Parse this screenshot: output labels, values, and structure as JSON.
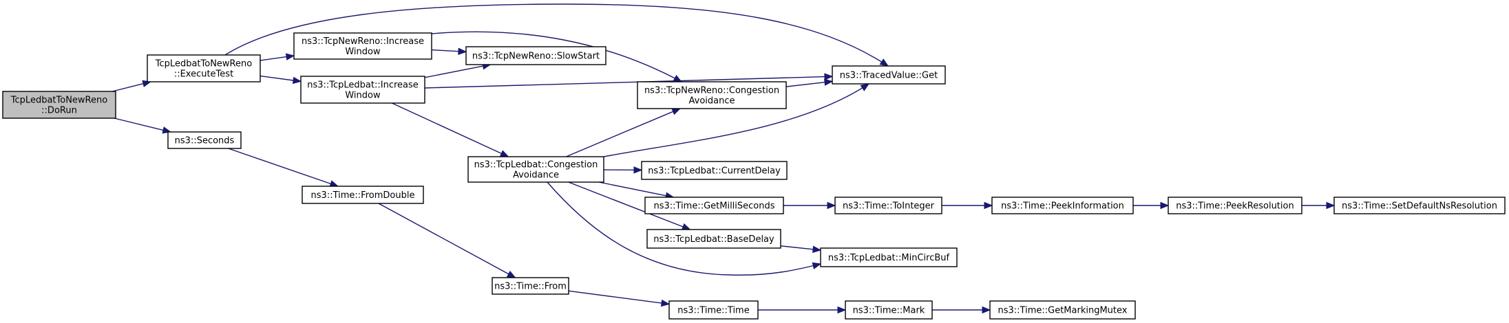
{
  "colors": {
    "edge": "#191970",
    "root_fill": "#bfbfbf",
    "node_fill": "#ffffff",
    "node_border": "#000000"
  },
  "nodes": [
    {
      "id": "dorun",
      "lines": [
        "TcpLedbatToNewReno",
        "::DoRun"
      ],
      "root": true
    },
    {
      "id": "executetest",
      "lines": [
        "TcpLedbatToNewReno",
        "::ExecuteTest"
      ]
    },
    {
      "id": "seconds",
      "lines": [
        "ns3::Seconds"
      ]
    },
    {
      "id": "newreno_increase",
      "lines": [
        "ns3::TcpNewReno::Increase",
        "Window"
      ]
    },
    {
      "id": "ledbat_increase",
      "lines": [
        "ns3::TcpLedbat::Increase",
        "Window"
      ]
    },
    {
      "id": "fromdouble",
      "lines": [
        "ns3::Time::FromDouble"
      ]
    },
    {
      "id": "slowstart",
      "lines": [
        "ns3::TcpNewReno::SlowStart"
      ]
    },
    {
      "id": "newreno_congestion",
      "lines": [
        "ns3::TcpNewReno::Congestion",
        "Avoidance"
      ]
    },
    {
      "id": "ledbat_congestion",
      "lines": [
        "ns3::TcpLedbat::Congestion",
        "Avoidance"
      ]
    },
    {
      "id": "time_from",
      "lines": [
        "ns3::Time::From"
      ]
    },
    {
      "id": "tracedvalue_get",
      "lines": [
        "ns3::TracedValue::Get"
      ]
    },
    {
      "id": "currentdelay",
      "lines": [
        "ns3::TcpLedbat::CurrentDelay"
      ]
    },
    {
      "id": "getmilliseconds",
      "lines": [
        "ns3::Time::GetMilliSeconds"
      ]
    },
    {
      "id": "basedelay",
      "lines": [
        "ns3::TcpLedbat::BaseDelay"
      ]
    },
    {
      "id": "mincircbuf",
      "lines": [
        "ns3::TcpLedbat::MinCircBuf"
      ]
    },
    {
      "id": "time_time",
      "lines": [
        "ns3::Time::Time"
      ]
    },
    {
      "id": "tointeger",
      "lines": [
        "ns3::Time::ToInteger"
      ]
    },
    {
      "id": "time_mark",
      "lines": [
        "ns3::Time::Mark"
      ]
    },
    {
      "id": "peekinformation",
      "lines": [
        "ns3::Time::PeekInformation"
      ]
    },
    {
      "id": "getmarkingmutex",
      "lines": [
        "ns3::Time::GetMarkingMutex"
      ]
    },
    {
      "id": "peekresolution",
      "lines": [
        "ns3::Time::PeekResolution"
      ]
    },
    {
      "id": "setdefaultns",
      "lines": [
        "ns3::Time::SetDefaultNsResolution"
      ]
    }
  ],
  "edges": [
    {
      "from": "dorun",
      "to": "executetest"
    },
    {
      "from": "dorun",
      "to": "seconds"
    },
    {
      "from": "executetest",
      "to": "newreno_increase"
    },
    {
      "from": "executetest",
      "to": "ledbat_increase"
    },
    {
      "from": "executetest",
      "to": "tracedvalue_get"
    },
    {
      "from": "newreno_increase",
      "to": "slowstart"
    },
    {
      "from": "newreno_increase",
      "to": "newreno_congestion"
    },
    {
      "from": "ledbat_increase",
      "to": "slowstart"
    },
    {
      "from": "ledbat_increase",
      "to": "tracedvalue_get"
    },
    {
      "from": "ledbat_increase",
      "to": "ledbat_congestion"
    },
    {
      "from": "newreno_congestion",
      "to": "tracedvalue_get"
    },
    {
      "from": "ledbat_congestion",
      "to": "newreno_congestion"
    },
    {
      "from": "ledbat_congestion",
      "to": "tracedvalue_get"
    },
    {
      "from": "ledbat_congestion",
      "to": "currentdelay"
    },
    {
      "from": "ledbat_congestion",
      "to": "getmilliseconds"
    },
    {
      "from": "ledbat_congestion",
      "to": "basedelay"
    },
    {
      "from": "ledbat_congestion",
      "to": "mincircbuf"
    },
    {
      "from": "basedelay",
      "to": "mincircbuf"
    },
    {
      "from": "getmilliseconds",
      "to": "tointeger"
    },
    {
      "from": "tointeger",
      "to": "peekinformation"
    },
    {
      "from": "peekinformation",
      "to": "peekresolution"
    },
    {
      "from": "peekresolution",
      "to": "setdefaultns"
    },
    {
      "from": "seconds",
      "to": "fromdouble"
    },
    {
      "from": "fromdouble",
      "to": "time_from"
    },
    {
      "from": "time_from",
      "to": "time_time"
    },
    {
      "from": "time_time",
      "to": "time_mark"
    },
    {
      "from": "time_mark",
      "to": "getmarkingmutex"
    }
  ]
}
